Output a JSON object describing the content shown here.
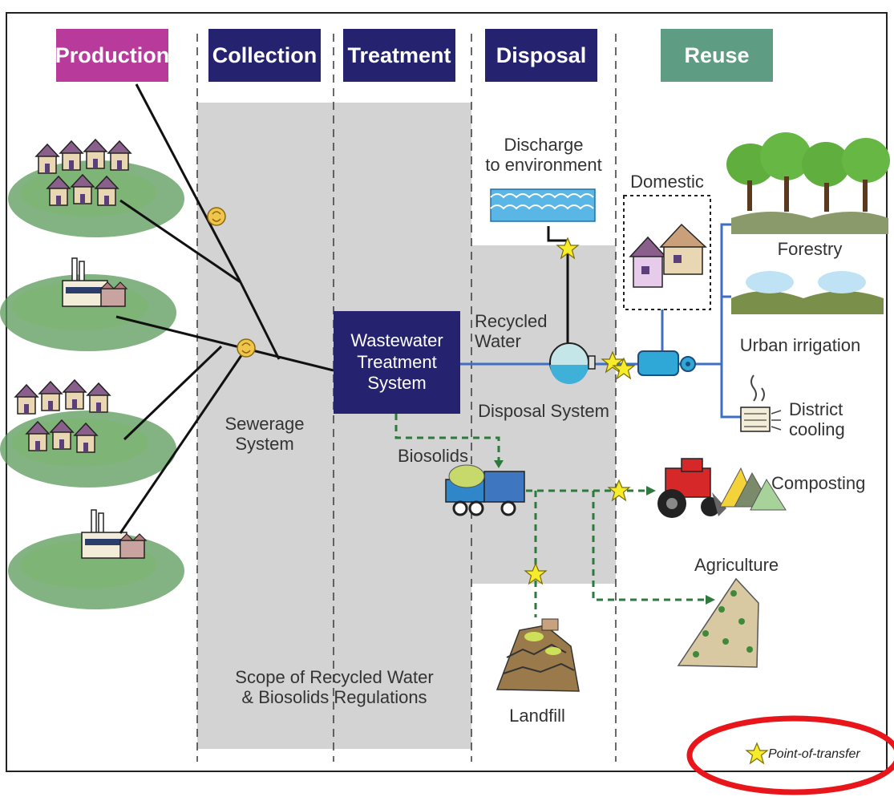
{
  "stages": {
    "production": "Production",
    "collection": "Collection",
    "treatment": "Treatment",
    "disposal": "Disposal",
    "reuse": "Reuse"
  },
  "labels": {
    "discharge": [
      "Discharge",
      "to environment"
    ],
    "domestic": "Domestic",
    "forestry": "Forestry",
    "urban_irrigation": "Urban irrigation",
    "district_cooling": [
      "District",
      "cooling"
    ],
    "composting": "Composting",
    "agriculture": "Agriculture",
    "landfill": "Landfill",
    "recycled_water": [
      "Recycled",
      "Water"
    ],
    "wwts": [
      "Wastewater",
      "Treatment",
      "System"
    ],
    "disposal_system": "Disposal System",
    "sewerage": [
      "Sewerage",
      "System"
    ],
    "biosolids": "Biosolids",
    "scope": [
      "Scope of Recycled Water",
      "& Biosolids Regulations"
    ]
  },
  "legend": {
    "point_of_transfer": "Point-of-transfer"
  },
  "colors": {
    "production": "#b83a9a",
    "collection": "#25236f",
    "treatment": "#25236f",
    "disposal": "#25236f",
    "reuse": "#5e9c84",
    "scope_area": "#d3d3d3",
    "recycled_water_line": "#3e6fc0",
    "biosolids_line": "#2e7a3c",
    "point_of_transfer_star": "#f7ec2a",
    "highlight_ellipse": "#e8161b"
  },
  "icons": [
    "house-icon",
    "factory-icon",
    "water-body-icon",
    "tank-icon",
    "pump-icon",
    "tree-icon",
    "sprinkler-icon",
    "chiller-icon",
    "truck-icon",
    "tractor-icon",
    "compost-pile-icon",
    "field-icon",
    "landfill-icon",
    "star-icon"
  ]
}
